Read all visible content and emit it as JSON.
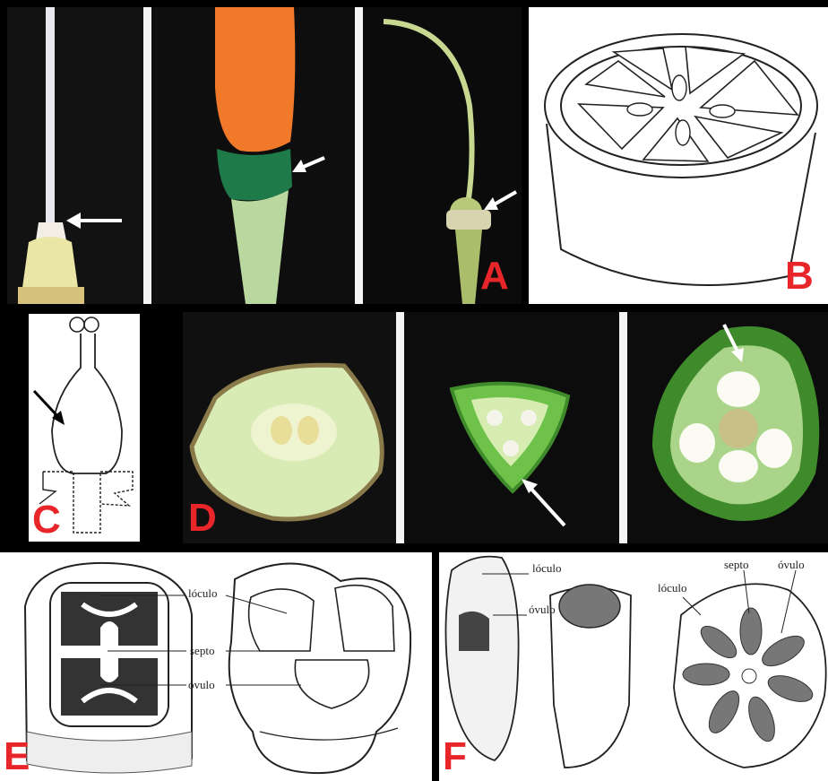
{
  "panels": {
    "A": {
      "letter": "A"
    },
    "B": {
      "letter": "B"
    },
    "C": {
      "letter": "C"
    },
    "D": {
      "letter": "D"
    },
    "E": {
      "letter": "E",
      "labels": {
        "loculo": "lóculo",
        "septo": "septo",
        "ovulo": "óvulo"
      }
    },
    "F": {
      "letter": "F",
      "labels": {
        "loculo_left": "lóculo",
        "ovulo_left": "óvulo",
        "loculo_right": "lóculo",
        "septo": "septo",
        "ovulo_right": "óvulo"
      }
    }
  },
  "colors": {
    "letter": "#e8262a",
    "background": "#000000",
    "drawing_bg": "#ffffff"
  }
}
